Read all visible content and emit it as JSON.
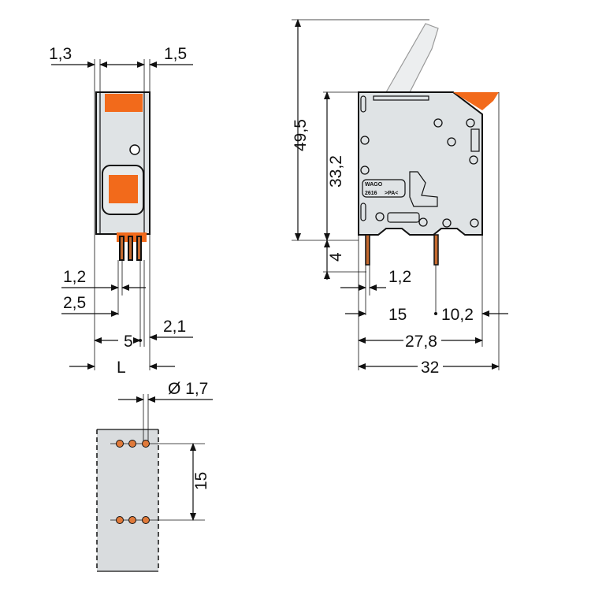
{
  "side_view": {
    "dim_left_offset": "1,3",
    "dim_right_offset": "1,5",
    "dim_pin_width": "1,2",
    "dim_pin_offset": "2,5",
    "dim_pitch": "5",
    "dim_right_pin": "2,1",
    "dim_width": "L"
  },
  "footprint": {
    "dim_hole_diameter": "Ø 1,7",
    "dim_row_spacing": "15"
  },
  "front_view": {
    "dim_total_height": "49,5",
    "dim_body_height": "33,2",
    "dim_pin_length": "4",
    "dim_pin_width": "1,2",
    "dim_pin_spacing": "15",
    "dim_pin_right": "10,2",
    "dim_body_width": "27,8",
    "dim_total_width": "32",
    "logo_text": "WAGO",
    "part_number": "2616",
    "material_mark": ">PA<"
  },
  "colors": {
    "accent": "#f26a1b",
    "body": "#dfe3e5"
  }
}
